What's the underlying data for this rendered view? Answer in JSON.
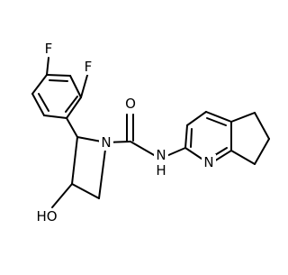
{
  "molecule": {
    "atom_labels": {
      "f_para": "F",
      "f_meta": "F",
      "carbonyl_o": "O",
      "amide_nh": "N",
      "amide_h": "H",
      "pyrrolidine_n": "N",
      "pyridine_n": "N",
      "hydroxyl": "HO"
    },
    "colors": {
      "bond": "#000000",
      "fluorine": "#90e050",
      "oxygen": "#ff0d0d",
      "nitrogen": "#3050f8"
    }
  }
}
